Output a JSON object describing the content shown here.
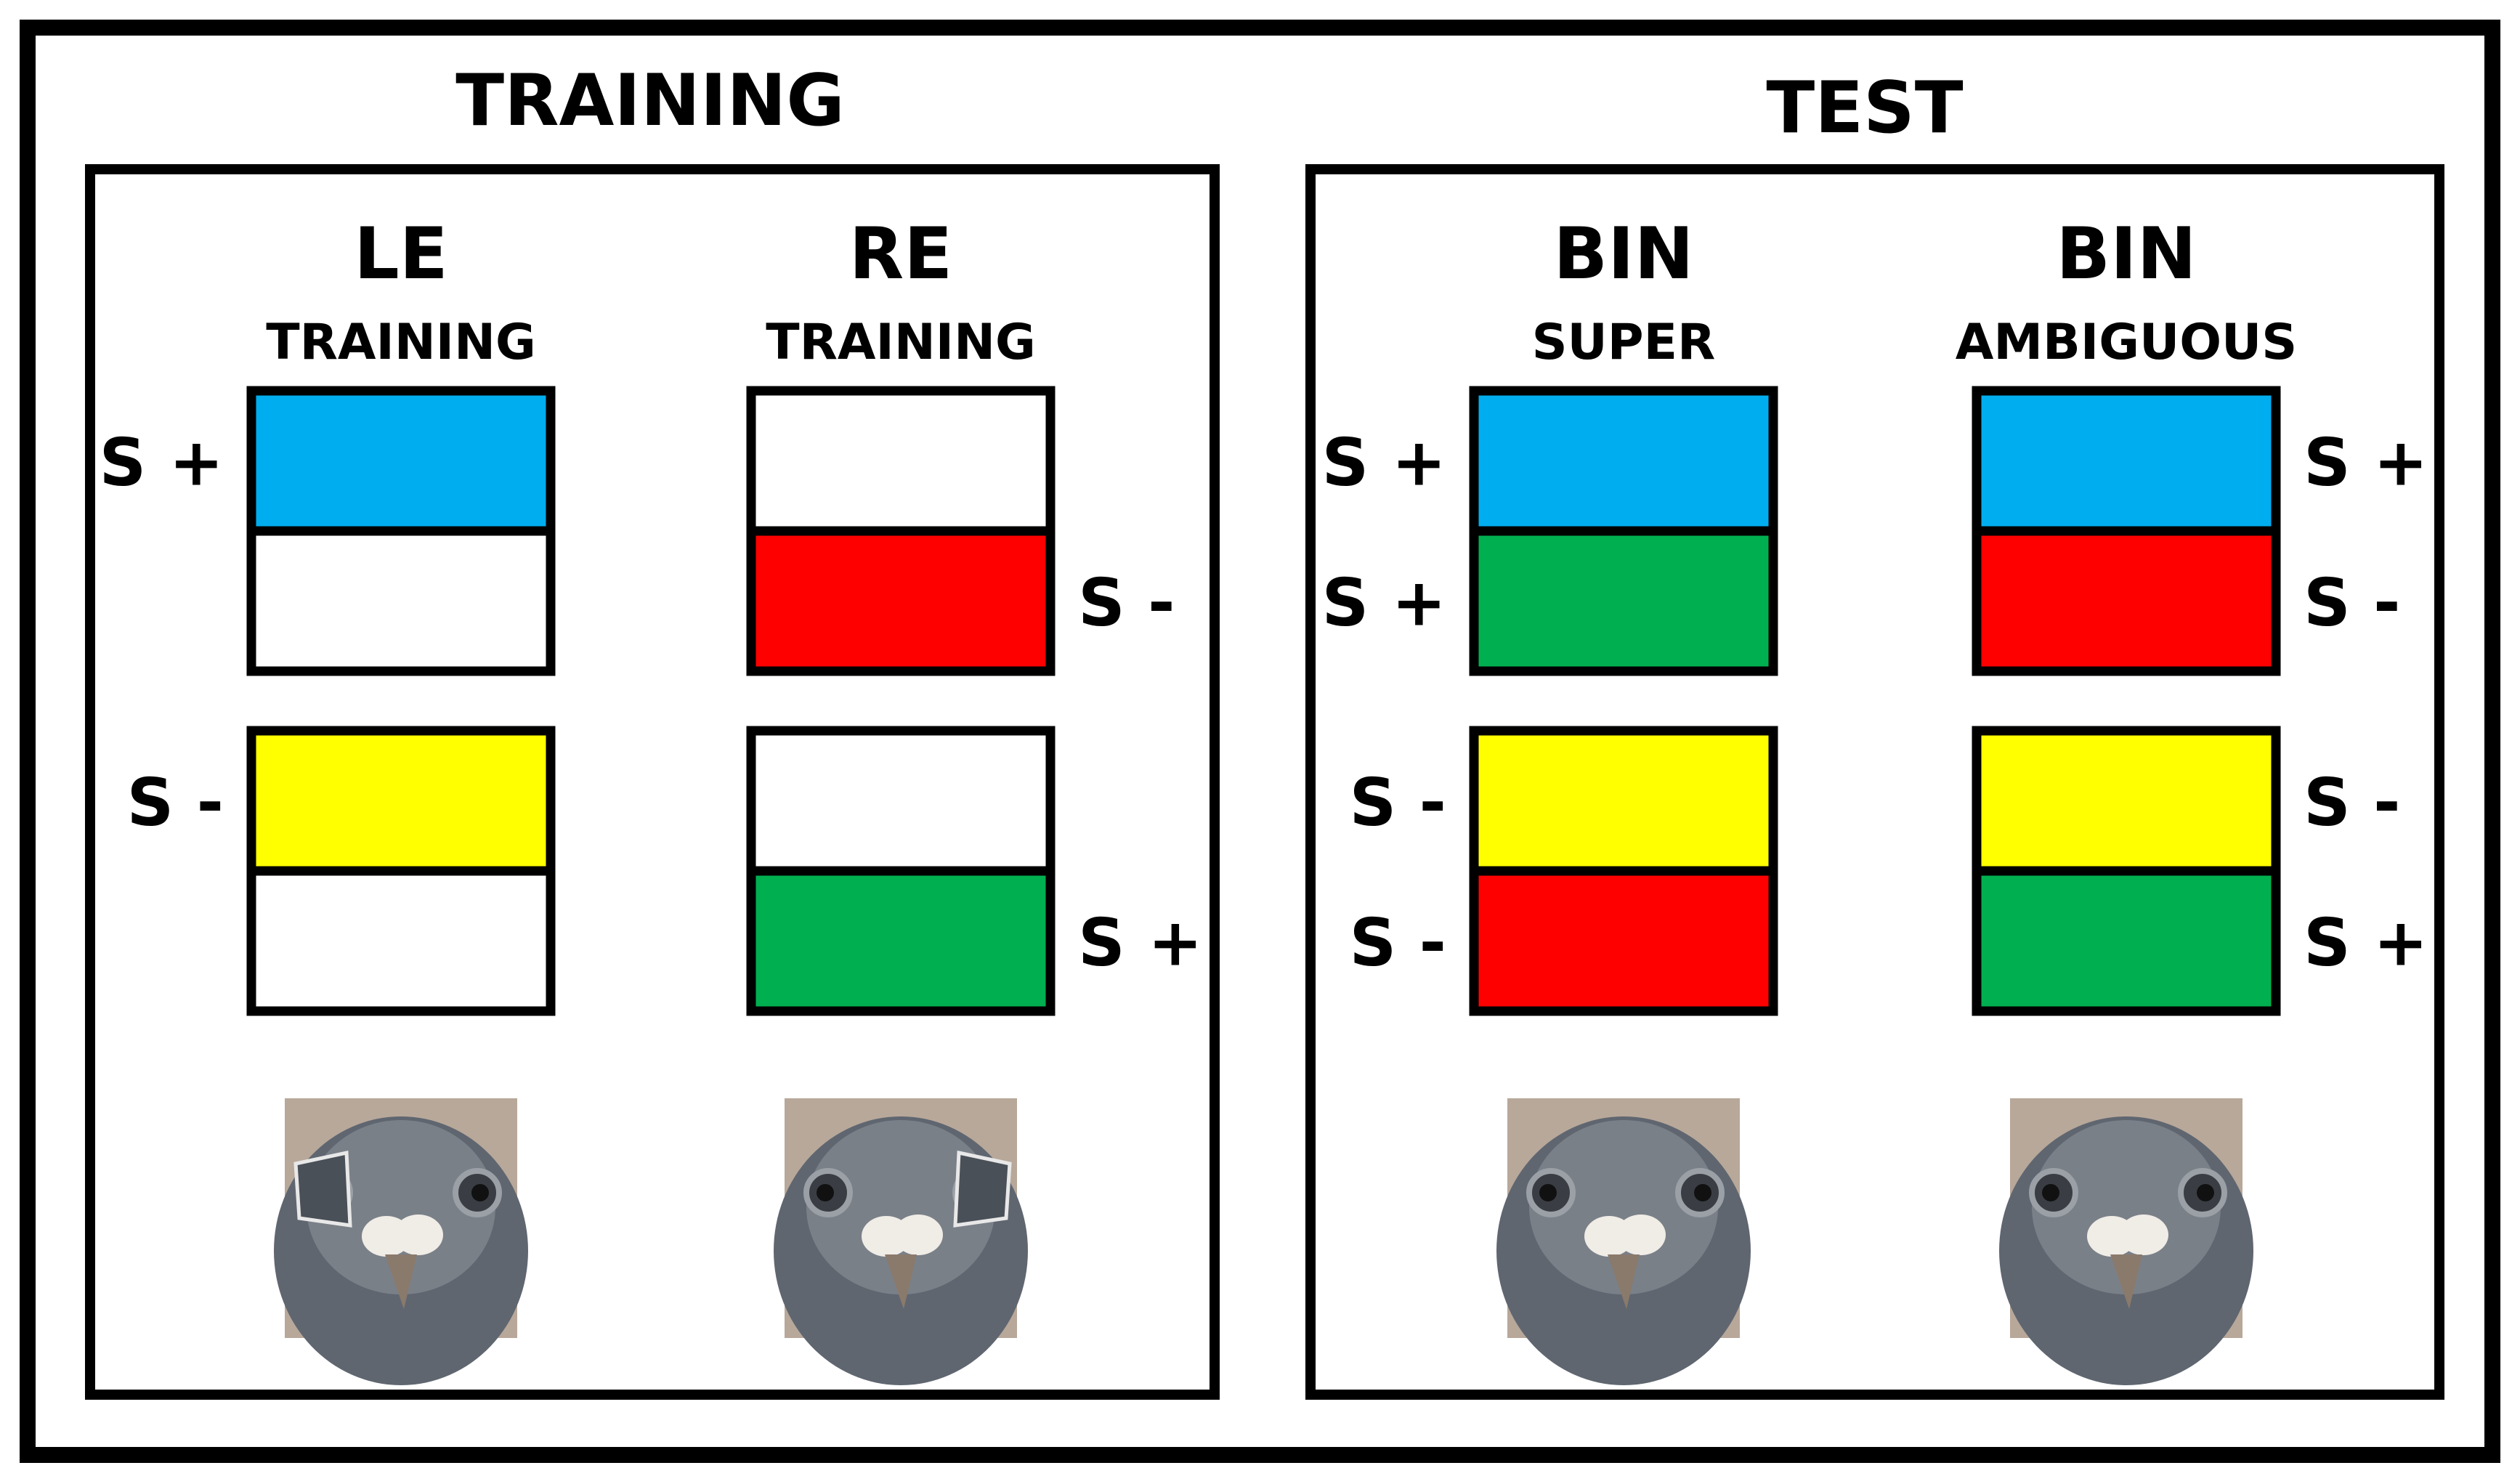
{
  "sections": {
    "training": {
      "title": "TRAINING"
    },
    "test": {
      "title": "TEST"
    }
  },
  "conditions": [
    {
      "id": "le-training",
      "eye": "LE",
      "mode": "TRAINING",
      "pairs": [
        {
          "top": {
            "color": "#00aeef",
            "label": "S +"
          },
          "bottom": {
            "color": "#ffffff",
            "label": ""
          }
        },
        {
          "top": {
            "color": "#ffff00",
            "label": "S -"
          },
          "bottom": {
            "color": "#ffffff",
            "label": ""
          }
        }
      ],
      "eyecap": "right eye covered",
      "label_side": "left"
    },
    {
      "id": "re-training",
      "eye": "RE",
      "mode": "TRAINING",
      "pairs": [
        {
          "top": {
            "color": "#ffffff",
            "label": ""
          },
          "bottom": {
            "color": "#ff0000",
            "label": "S -"
          }
        },
        {
          "top": {
            "color": "#ffffff",
            "label": ""
          },
          "bottom": {
            "color": "#00b050",
            "label": "S +"
          }
        }
      ],
      "eyecap": "left eye covered",
      "label_side": "right"
    },
    {
      "id": "bin-super",
      "eye": "BIN",
      "mode": "SUPER",
      "pairs": [
        {
          "top": {
            "color": "#00aeef",
            "label": "S +"
          },
          "bottom": {
            "color": "#00b050",
            "label": "S +"
          }
        },
        {
          "top": {
            "color": "#ffff00",
            "label": "S -"
          },
          "bottom": {
            "color": "#ff0000",
            "label": "S -"
          }
        }
      ],
      "eyecap": "none",
      "label_side": "left"
    },
    {
      "id": "bin-ambiguous",
      "eye": "BIN",
      "mode": "AMBIGUOUS",
      "pairs": [
        {
          "top": {
            "color": "#00aeef",
            "label": "S +"
          },
          "bottom": {
            "color": "#ff0000",
            "label": "S -"
          }
        },
        {
          "top": {
            "color": "#ffff00",
            "label": "S -"
          },
          "bottom": {
            "color": "#00b050",
            "label": "S +"
          }
        }
      ],
      "eyecap": "none",
      "label_side": "right"
    }
  ],
  "colors": {
    "blue": "#00aeef",
    "red": "#ff0000",
    "yellow": "#ffff00",
    "green": "#00b050",
    "white": "#ffffff",
    "border": "#000000"
  }
}
